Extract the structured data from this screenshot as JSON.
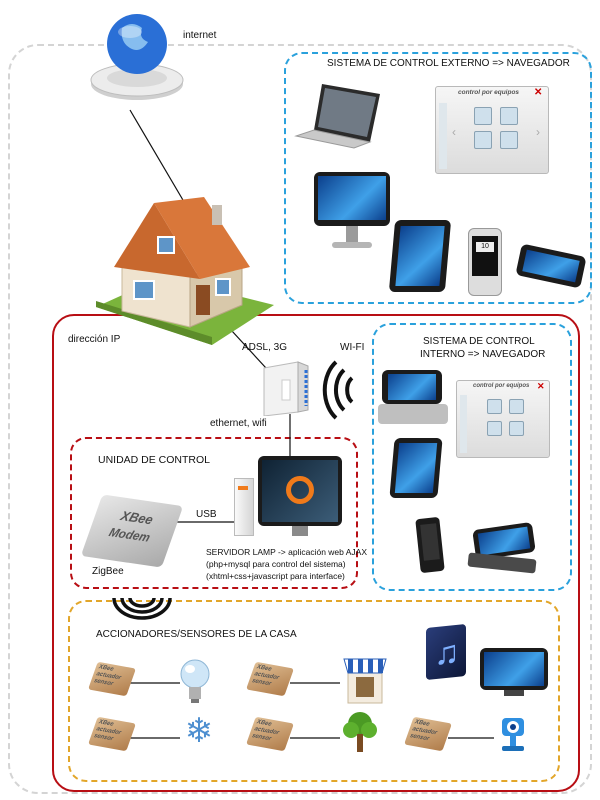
{
  "labels": {
    "internet": "internet",
    "external_system_title": "SISTEMA DE CONTROL EXTERNO => NAVEGADOR",
    "ip_address": "dirección IP",
    "adsl": "ADSL, 3G",
    "wifi": "WI-FI",
    "internal_system_line1": "SISTEMA DE CONTROL",
    "internal_system_line2": "INTERNO => NAVEGADOR",
    "ethernet": "ethernet, wifi",
    "control_unit_title": "UNIDAD DE CONTROL",
    "usb": "USB",
    "zigbee": "ZigBee",
    "server_line1": "SERVIDOR LAMP -> aplicación web AJAX",
    "server_line2": "(php+mysql para control del sistema)",
    "server_line3": "(xhtml+css+javascript para interface)",
    "actuators_title": "ACCIONADORES/SENSORES DE LA CASA"
  },
  "panel": {
    "title": "control por equipos"
  },
  "modem": {
    "line1": "XBee",
    "line2": "Modem"
  },
  "module": {
    "line1": "XBee",
    "line2": "actuador",
    "line3": "sensor"
  },
  "colors": {
    "red_border": "#b80e14",
    "blue_border": "#2aa1dc",
    "orange_border": "#e2a62a",
    "outer_border": "#d4d4d4"
  }
}
